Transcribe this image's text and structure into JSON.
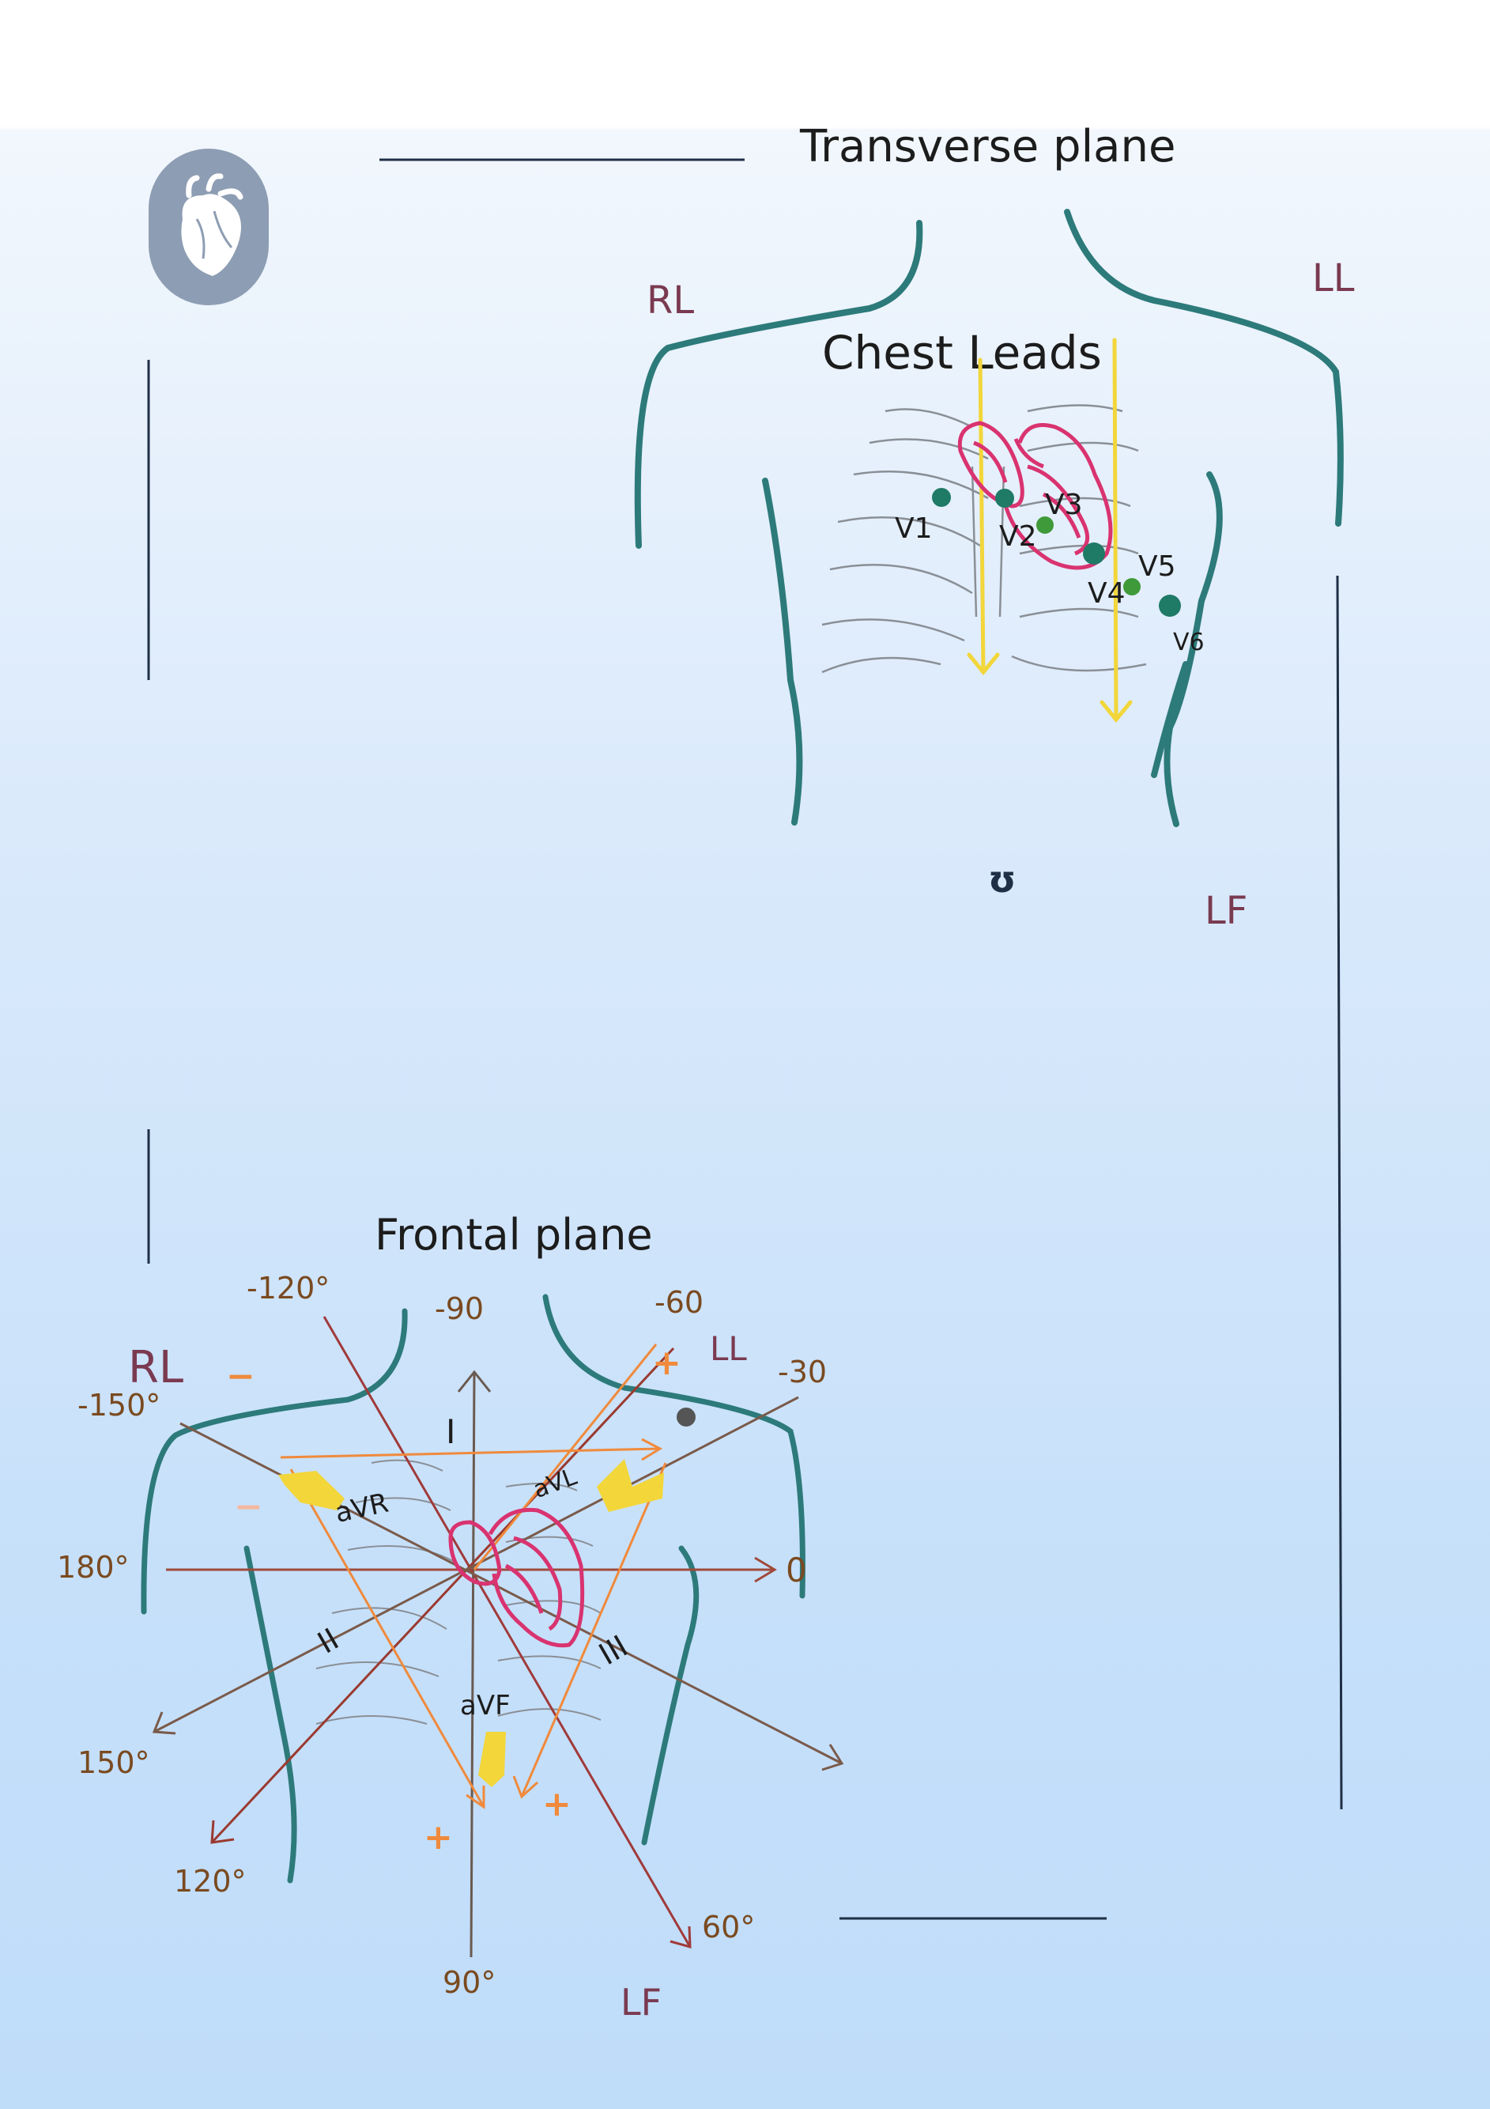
{
  "colors": {
    "badge": "#8d9db3",
    "body_outline": "#2d7a7a",
    "rib": "#8a8f96",
    "heart": "#d93370",
    "electrode": "#1f7a66",
    "electrode_green": "#3f9a3a",
    "yellow": "#f2d63a",
    "orange": "#f08a3c",
    "brown_axis": "#8a4a3a",
    "angle_label": "#7a4a20",
    "limb_label": "#7a3a50",
    "rule": "#1f2f45"
  },
  "icons": {
    "badge": "heart-icon"
  },
  "transverse": {
    "title": "Transverse plane",
    "subtitle": "Chest Leads",
    "limb_labels": {
      "rl": "RL",
      "ll": "LL",
      "lf": "LF"
    },
    "electrodes": [
      "V1",
      "V2",
      "V3",
      "V4",
      "V5",
      "V6"
    ]
  },
  "frontal": {
    "title": "Frontal plane",
    "limb_labels": {
      "rl": "RL",
      "ll": "LL",
      "lf": "LF"
    },
    "angles": [
      "-120°",
      "-90",
      "-60",
      "-30",
      "-150°",
      "180°",
      "0",
      "150°",
      "120°",
      "90°",
      "60°"
    ],
    "leads": [
      "I",
      "II",
      "III",
      "aVR",
      "aVL",
      "aVF"
    ],
    "polarity": {
      "minus": "−",
      "plus": "+"
    }
  }
}
